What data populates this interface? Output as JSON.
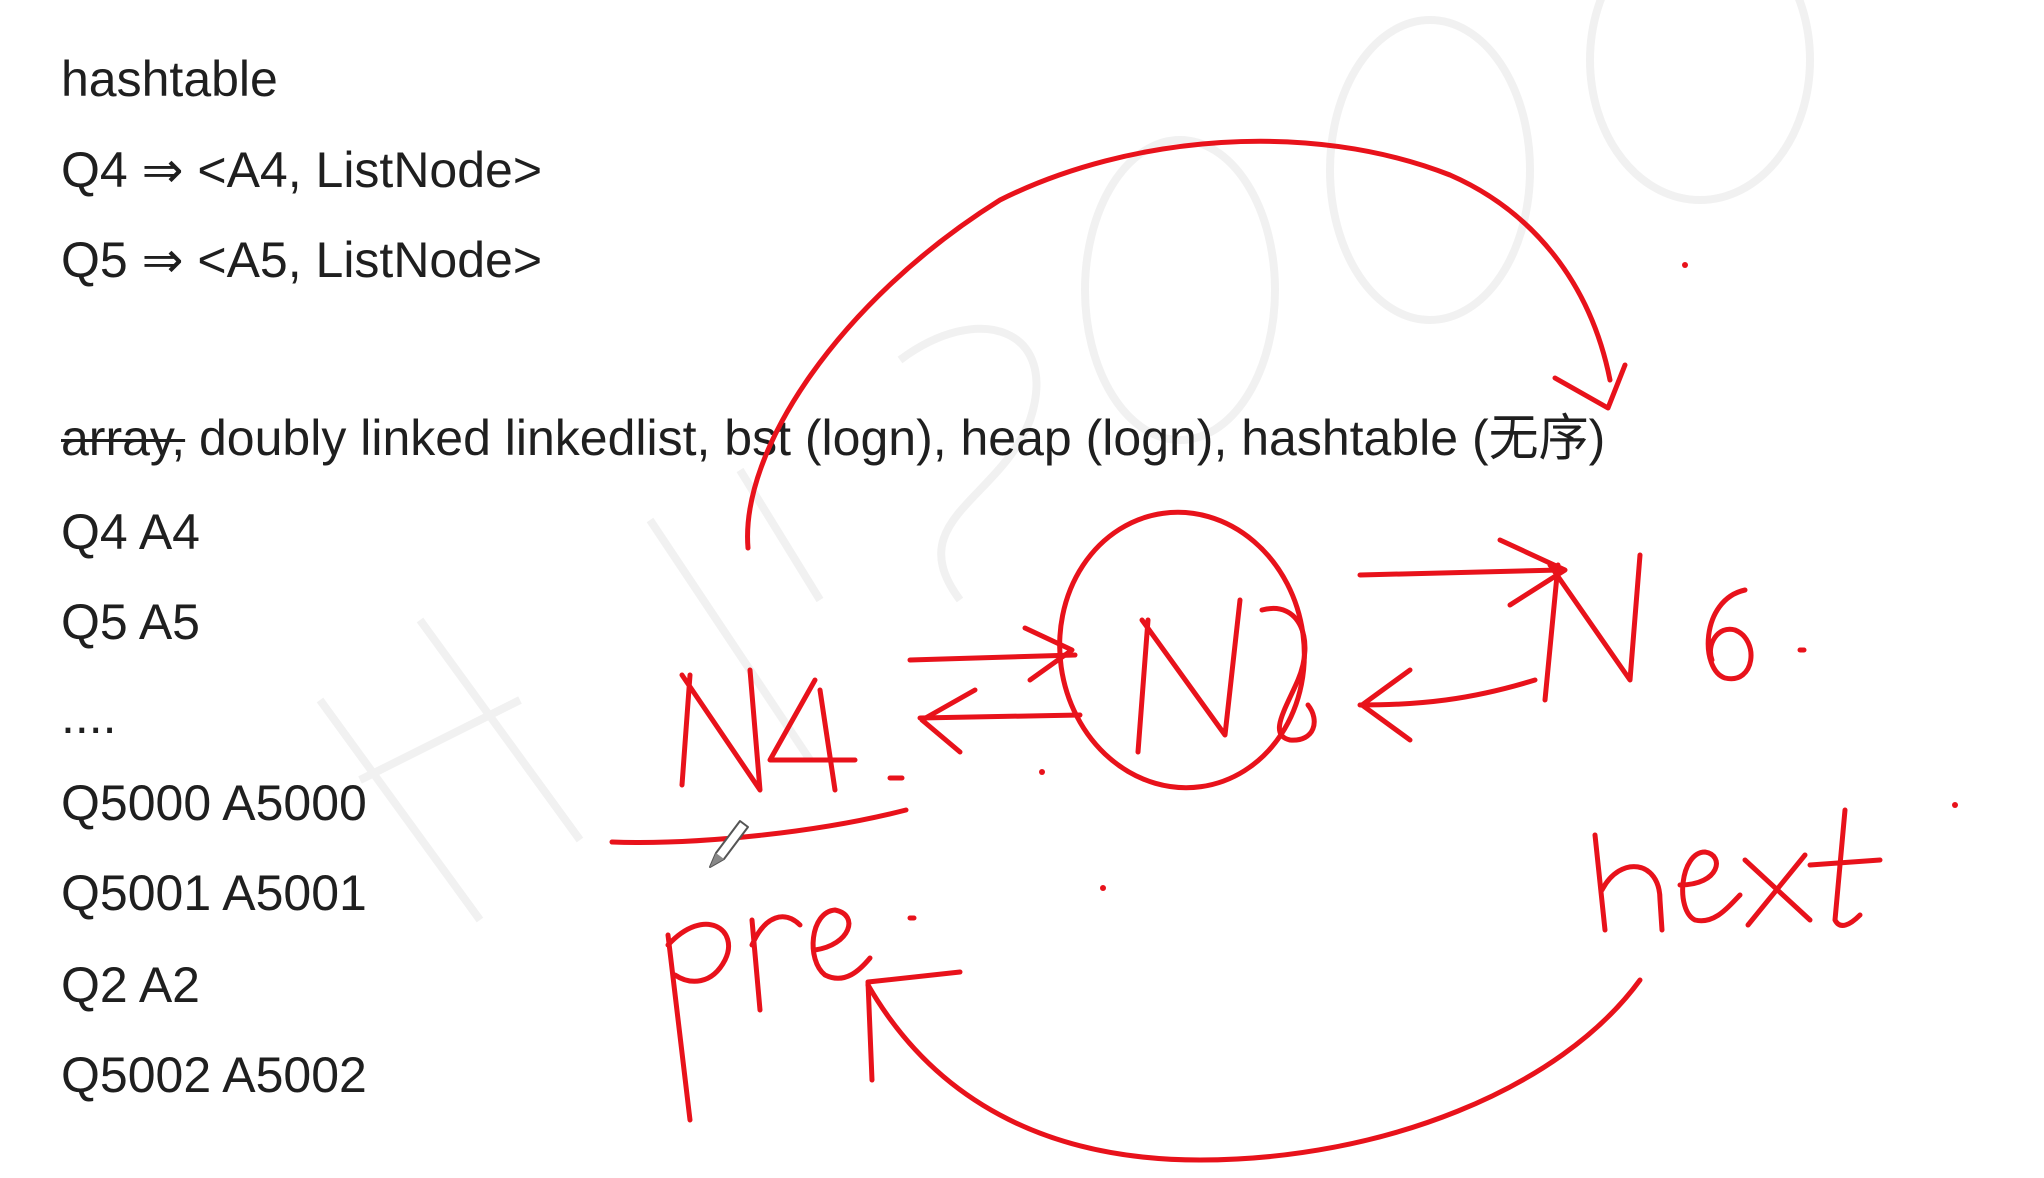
{
  "notes": {
    "lines": [
      {
        "text": "hashtable"
      },
      {
        "text": "Q4 ⇒ <A4, ListNode>"
      },
      {
        "text": "Q5 ⇒ <A5, ListNode>"
      },
      {
        "strikethrough": "array,",
        "text": " doubly linked linkedlist, bst (logn), heap (logn), hashtable (无序)"
      },
      {
        "text": "Q4 A4"
      },
      {
        "text": "Q5 A5"
      },
      {
        "text": "...."
      },
      {
        "text": "Q5000 A5000"
      },
      {
        "text": "Q5001 A5001"
      },
      {
        "text": "Q2 A2"
      },
      {
        "text": "Q5002 A5002"
      }
    ]
  },
  "handwriting": {
    "node_left": "N4",
    "node_center": "N5",
    "node_right": "N6",
    "label_prev": "pre",
    "label_next": "next",
    "ink_color": "#e8121b"
  },
  "tools": {
    "cursor_icon": "pencil-cursor-icon"
  }
}
